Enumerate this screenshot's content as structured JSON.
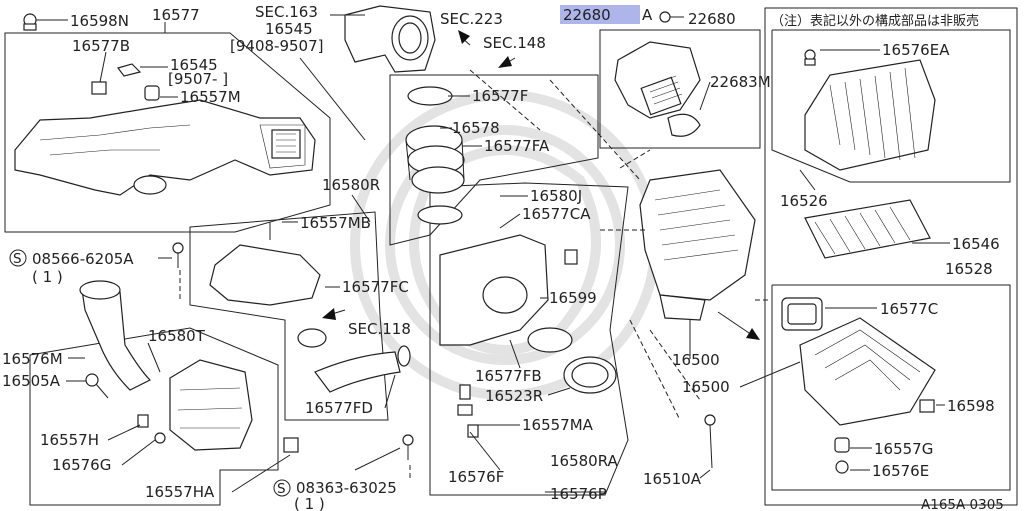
{
  "diagram": {
    "page_ref": "A165A 0305",
    "note": "（注）表記以外の構成部品は非販売",
    "highlighted_part": "22680",
    "labels": {
      "p16598N": "16598N",
      "p16577": "16577",
      "sec163": "SEC.163",
      "sec223": "SEC.223",
      "p16545": "16545",
      "p16545_date": "[9408-9507]",
      "sec148": "SEC.148",
      "p22680A": "A",
      "p22680": "22680",
      "p16577B": "16577B",
      "p16545b": "16545",
      "p16545b_date": "[9507-  ]",
      "p16557M": "16557M",
      "p16577F": "16577F",
      "p22683M": "22683M",
      "p16578": "16578",
      "p16577FA": "16577FA",
      "p16580R": "16580R",
      "p16580J": "16580J",
      "p16577CA": "16577CA",
      "p16557MB": "16557MB",
      "p08566": "08566-6205A",
      "p08566_qty": "( 1 )",
      "p16577FC": "16577FC",
      "p16599": "16599",
      "sec118": "SEC.118",
      "p16580T": "16580T",
      "p16576M": "16576M",
      "p16505A": "16505A",
      "p16577FB": "16577FB",
      "p16523R": "16523R",
      "p16577FD": "16577FD",
      "p16557H": "16557H",
      "p16557MA": "16557MA",
      "p16576G": "16576G",
      "p16576F": "16576F",
      "p16580RA": "16580RA",
      "p16557HA": "16557HA",
      "p08363": "08363-63025",
      "p08363_qty": "( 1 )",
      "p16576P": "16576P",
      "p16510A": "16510A",
      "p16500a": "16500",
      "p16500b": "16500",
      "p16576EA": "16576EA",
      "p16526": "16526",
      "p16546": "16546",
      "p16528": "16528",
      "p16577C": "16577C",
      "p16598": "16598",
      "p16557G": "16557G",
      "p16576E": "16576E"
    }
  }
}
